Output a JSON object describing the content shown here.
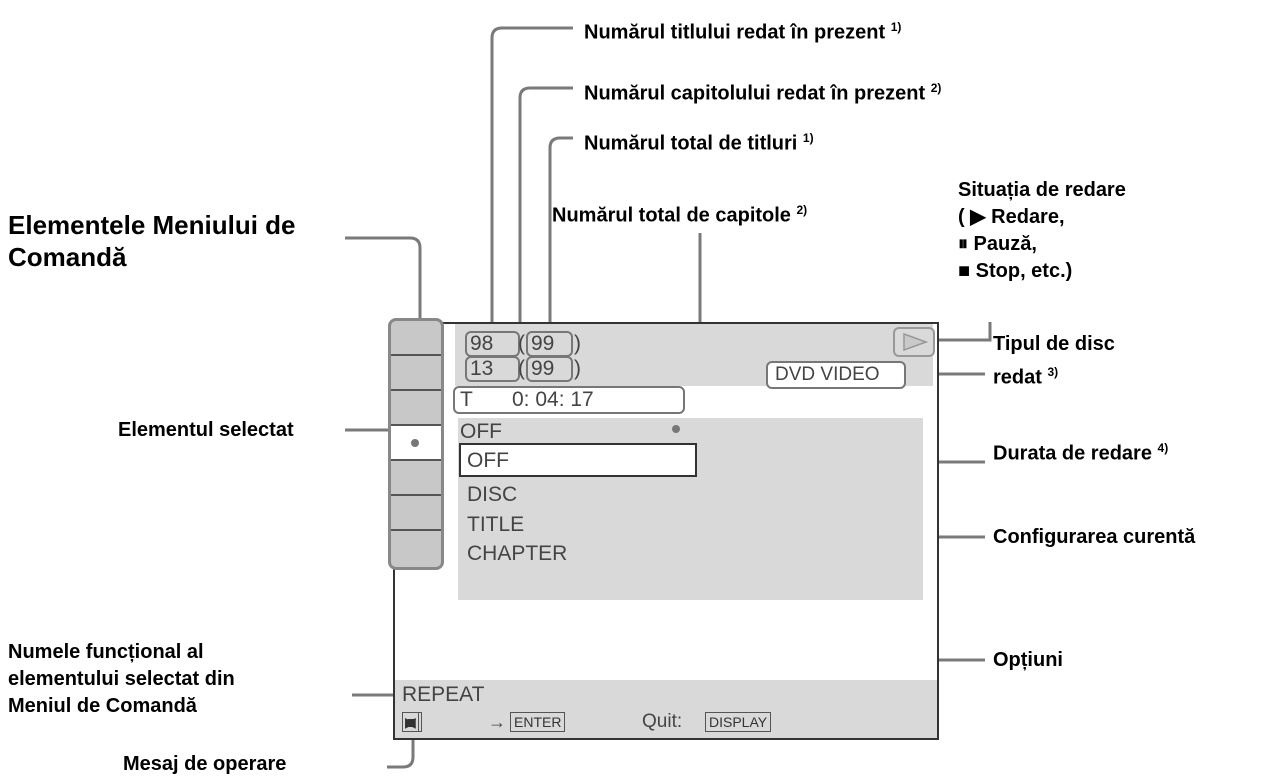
{
  "labels": {
    "title_number": "Numărul titlului redat în prezent",
    "title_number_note": "1)",
    "chapter_number": "Numărul capitolului redat în prezent",
    "chapter_number_note": "2)",
    "total_titles": "Numărul total de titluri",
    "total_titles_note": "1)",
    "total_chapters": "Numărul total de capitole",
    "total_chapters_note": "2)",
    "playback_status_1": "Situația de redare",
    "playback_status_2": "( ▶ Redare,",
    "playback_status_3": "⏸ Pauză,",
    "playback_status_4": "■ Stop, etc.)",
    "control_menu_items_1": "Elementele Meniului de",
    "control_menu_items_2": "Comandă",
    "disc_type_1": "Tipul de disc",
    "disc_type_2": "redat",
    "disc_type_note": "3)",
    "selected_item": "Elementul selectat",
    "playing_time": "Durata de redare",
    "playing_time_note": "4)",
    "current_setting": "Configurarea curentă",
    "options": "Opțiuni",
    "function_name_1": "Numele funcțional al",
    "function_name_2": "elementului selectat din",
    "function_name_3": "Meniul de Comandă",
    "operation_message": "Mesaj de operare"
  },
  "screen": {
    "title_current": "98",
    "title_total": "99",
    "chapter_current": "13",
    "chapter_total": "99",
    "disc_type": "DVD VIDEO",
    "time_prefix": "T",
    "time_value": "0: 04: 17",
    "current_setting": "OFF",
    "options": [
      "OFF",
      "DISC",
      "TITLE",
      "CHAPTER"
    ],
    "function_name": "REPEAT",
    "enter_key": "ENTER",
    "quit_label": "Quit:",
    "display_key": "DISPLAY",
    "arrow_symbol": "→"
  }
}
